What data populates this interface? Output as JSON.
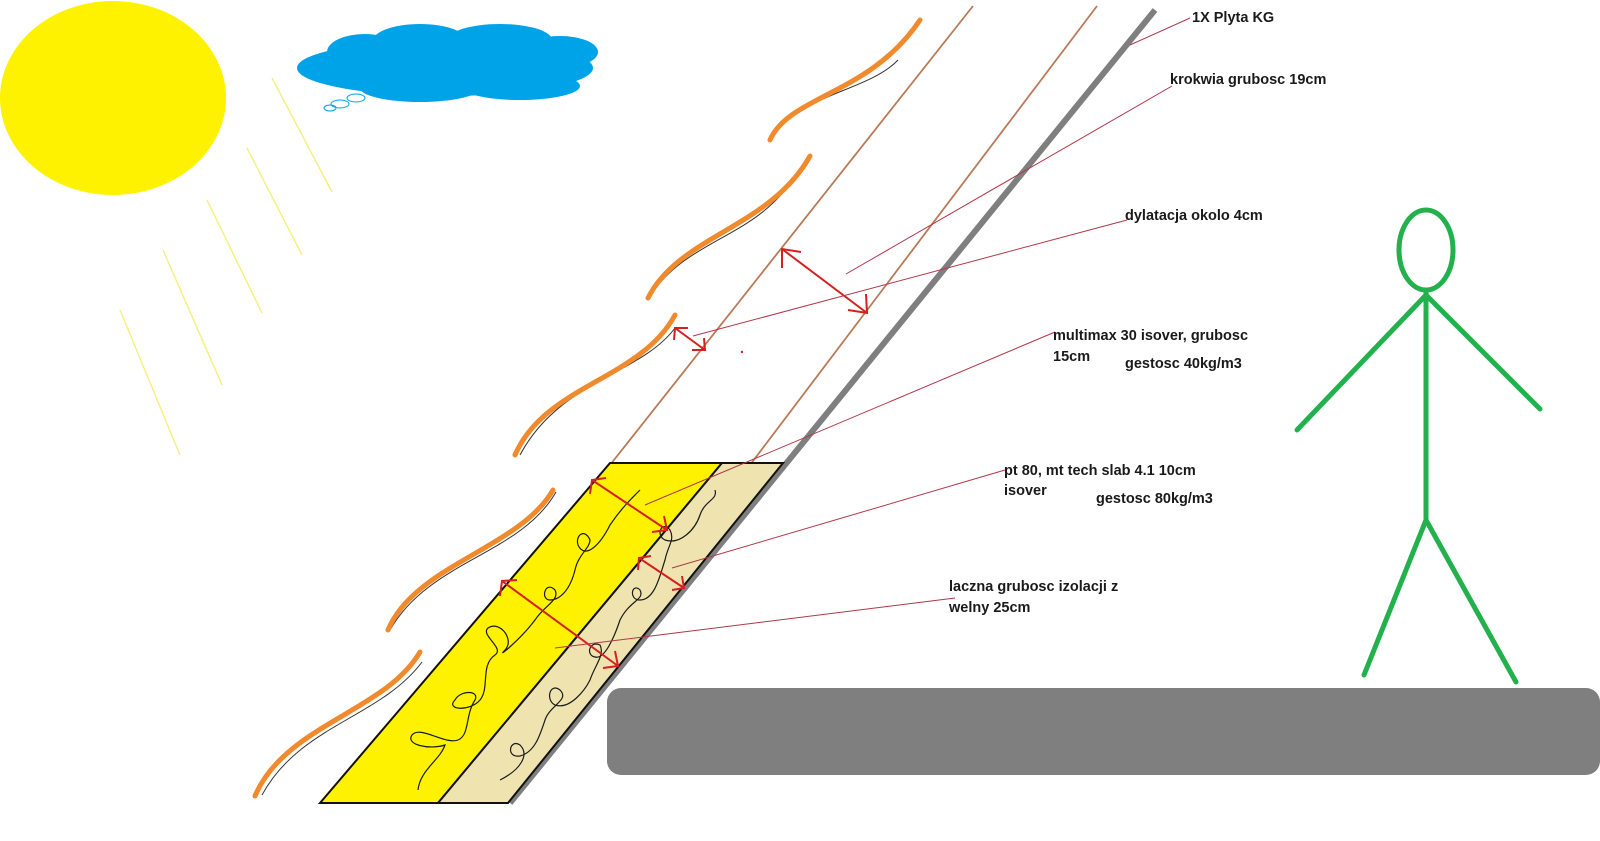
{
  "labels": {
    "board": "1X Plyta KG",
    "rafter": "krokwia grubosc 19cm",
    "gap": "dylatacja okolo 4cm",
    "multimax_line1": "multimax 30 isover, grubosc",
    "multimax_line2": "15cm",
    "multimax_density": "gestosc 40kg/m3",
    "pt80_line1": "pt 80, mt tech slab 4.1 10cm",
    "pt80_line2": "isover",
    "pt80_density": "gestosc 80kg/m3",
    "total_line1": "laczna grubosc izolacji z",
    "total_line2": "welny 25cm"
  },
  "colors": {
    "sun": "#fef200",
    "cloud": "#00a2e8",
    "wool_yellow": "#fef200",
    "wool_beige": "#efe4b0",
    "rafter_line": "#b97a57",
    "board_line": "#7f7f7f",
    "floor": "#7f7f7f",
    "person": "#22b14c",
    "heat_wave": "#f08a2c",
    "arrow": "#d42020",
    "leader": "#b0384a"
  },
  "icons": {
    "sun": "sun-icon",
    "cloud": "cloud-icon",
    "person": "stick-figure-icon"
  }
}
